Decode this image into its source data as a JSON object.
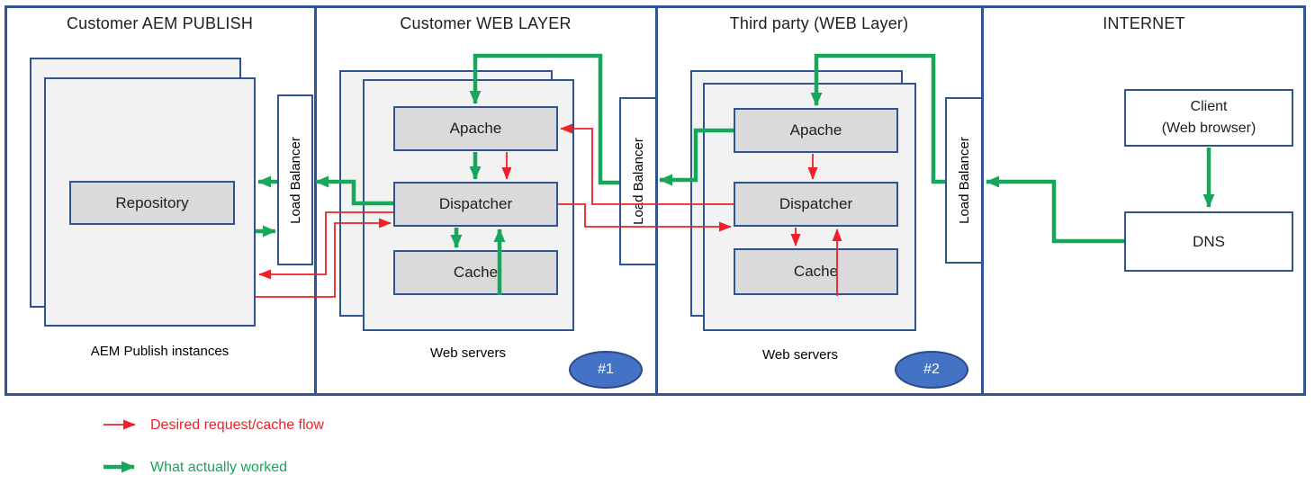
{
  "colors": {
    "desired_flow": "#ee2128",
    "worked_flow": "#17a75b",
    "border_blue": "#2e5491",
    "page_fill": "#f2f2f3",
    "node_fill": "#dadada",
    "badge_fill": "#4472c4",
    "badge_border": "#2b4a87",
    "text": "#202020"
  },
  "sections": [
    {
      "title": "Customer AEM PUBLISH",
      "footer": "AEM Publish instances"
    },
    {
      "title": "Customer WEB LAYER",
      "footer": "Web servers",
      "badge": "#1"
    },
    {
      "title": "Third party (WEB Layer)",
      "footer": "Web servers",
      "badge": "#2"
    },
    {
      "title": "INTERNET"
    }
  ],
  "nodes": {
    "repository": "Repository",
    "apache": "Apache",
    "dispatcher": "Dispatcher",
    "cache": "Cache",
    "load_balancer": "Load Balancer",
    "client_line1": "Client",
    "client_line2": "(Web browser)",
    "dns": "DNS"
  },
  "legend": [
    {
      "label": "Desired request/cache flow",
      "color_key": "desired_flow"
    },
    {
      "label": "What actually worked",
      "color_key": "worked_flow"
    }
  ],
  "flows": [
    {
      "id": "client-to-dns",
      "type": "worked",
      "from": "Client (Web browser)",
      "to": "DNS"
    },
    {
      "id": "dns-to-lb3",
      "type": "worked",
      "from": "DNS",
      "to": "Load Balancer (third party)"
    },
    {
      "id": "lb3-to-apache2",
      "type": "worked",
      "from": "Load Balancer (third party)",
      "to": "Apache (third party)"
    },
    {
      "id": "apache2-to-lb2",
      "type": "worked",
      "from": "Apache (third party)",
      "to": "Load Balancer (customer web layer)"
    },
    {
      "id": "lb2-to-apache1",
      "type": "worked",
      "from": "Load Balancer (customer web layer)",
      "to": "Apache (customer)"
    },
    {
      "id": "apache1-to-dispatcher1-green",
      "type": "worked",
      "from": "Apache (customer)",
      "to": "Dispatcher (customer)"
    },
    {
      "id": "dispatcher1-to-lb1",
      "type": "worked",
      "from": "Dispatcher (customer)",
      "to": "Load Balancer (AEM)"
    },
    {
      "id": "lb1-to-aem",
      "type": "worked",
      "from": "Load Balancer (AEM)",
      "to": "AEM Publish instances"
    },
    {
      "id": "aem-to-lb1",
      "type": "worked",
      "from": "AEM Publish instances",
      "to": "Load Balancer (AEM)"
    },
    {
      "id": "dispatcher1-to-cache1",
      "type": "worked",
      "from": "Dispatcher (customer)",
      "to": "Cache (customer)"
    },
    {
      "id": "cache1-to-dispatcher1",
      "type": "worked",
      "from": "Cache (customer)",
      "to": "Dispatcher (customer)"
    },
    {
      "id": "apache1-to-dispatcher1-red",
      "type": "desired",
      "from": "Apache (customer)",
      "to": "Dispatcher (customer)"
    },
    {
      "id": "apache2-to-dispatcher2",
      "type": "desired",
      "from": "Apache (third party)",
      "to": "Dispatcher (third party)"
    },
    {
      "id": "dispatcher2-to-cache2",
      "type": "desired",
      "from": "Dispatcher (third party)",
      "to": "Cache (third party)"
    },
    {
      "id": "cache2-to-dispatcher2",
      "type": "desired",
      "from": "Cache (third party)",
      "to": "Dispatcher (third party)"
    },
    {
      "id": "dispatcher2-to-apache1",
      "type": "desired",
      "from": "Dispatcher (third party)",
      "to": "Apache (customer)"
    },
    {
      "id": "dispatcher1-to-dispatcher2",
      "type": "desired",
      "from": "Dispatcher (customer)",
      "to": "Dispatcher (third party)"
    },
    {
      "id": "dispatcher1-to-aem",
      "type": "desired",
      "from": "Dispatcher (customer)",
      "to": "AEM Publish instances"
    },
    {
      "id": "aem-to-dispatcher1",
      "type": "desired",
      "from": "AEM Publish instances",
      "to": "Dispatcher (customer)"
    }
  ]
}
